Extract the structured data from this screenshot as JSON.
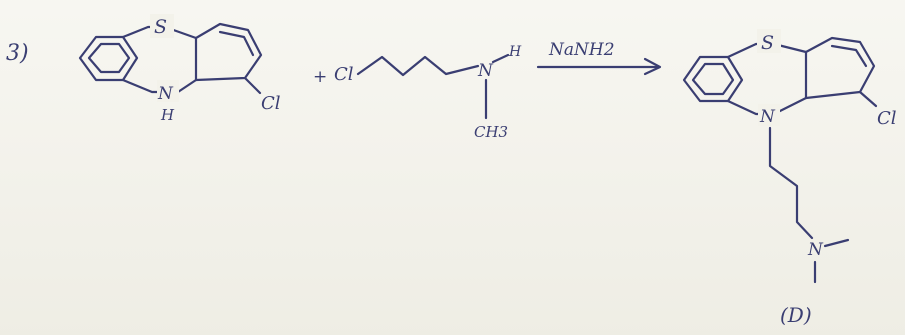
{
  "step": {
    "number_label": "3)"
  },
  "reactant_1": {
    "ring_atom_s": "S",
    "ring_atom_n": "N",
    "n_hydrogen": "H",
    "substituent": "Cl"
  },
  "plus_sign": "+",
  "reactant_2": {
    "chlorine": "Cl",
    "amine_n": "N",
    "n_hydrogen": "H",
    "methyl": "CH3"
  },
  "arrow": {
    "reagent": "NaNH2"
  },
  "product": {
    "ring_atom_s": "S",
    "ring_atom_n": "N",
    "substituent": "Cl",
    "amine_n": "N",
    "label": "(D)"
  },
  "colors": {
    "ink": "#3a3e72",
    "paper": "#f3f2ea"
  }
}
